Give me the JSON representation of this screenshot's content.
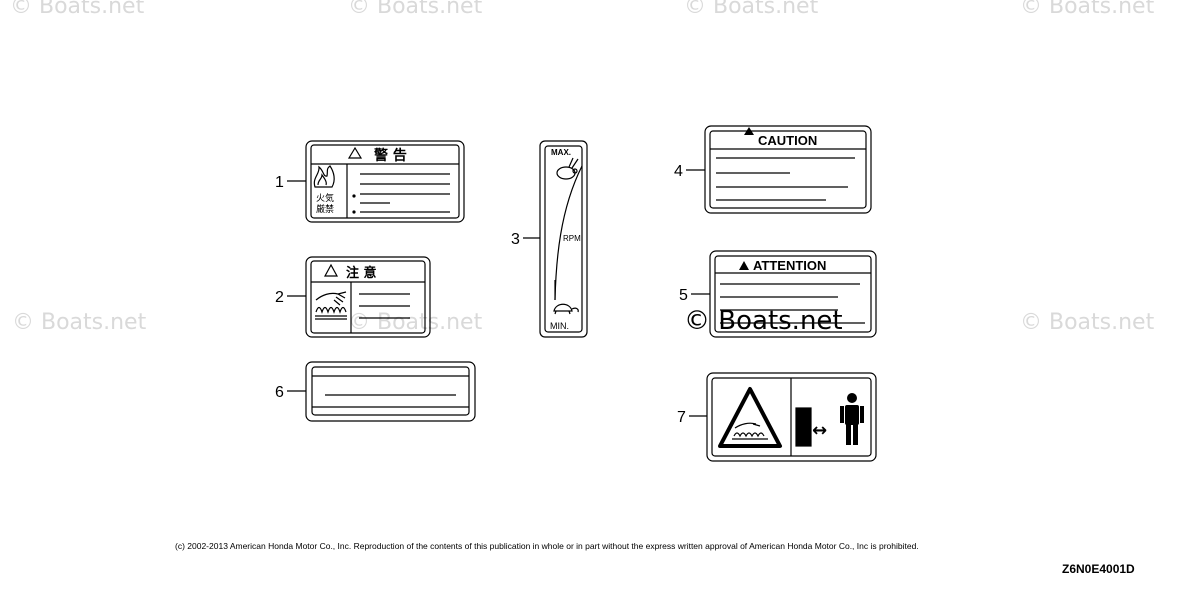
{
  "watermarks": [
    "© Boats.net",
    "© Boats.net",
    "© Boats.net",
    "© Boats.net",
    "© Boats.net",
    "© Boats.net",
    "© Boats.net",
    "© Boats.net"
  ],
  "callouts": [
    "1",
    "2",
    "3",
    "4",
    "5",
    "6",
    "7"
  ],
  "labels": {
    "warning_jp": "警 告",
    "caution_jp": "注 意",
    "fire_jp_1": "火気",
    "fire_jp_2": "厳禁",
    "max": "MAX.",
    "rpm": "RPM",
    "min": "MIN.",
    "caution": "CAUTION",
    "attention": "ATTENTION",
    "arrow": "↔"
  },
  "copyright": "(c) 2002-2013 American Honda Motor Co., Inc. Reproduction of the contents of this publication in whole or in part without the express written approval of American Honda Motor Co., Inc is prohibited.",
  "diagram_code": "Z6N0E4001D"
}
